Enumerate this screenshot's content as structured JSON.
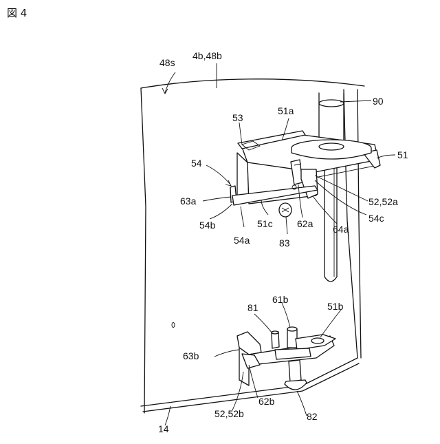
{
  "figure": {
    "title": "図 4"
  },
  "labels": {
    "l48s": "48s",
    "l4b48b": "4b,48b",
    "l90": "90",
    "l51a": "51a",
    "l53": "53",
    "l51": "51",
    "l54": "54",
    "l63a": "63a",
    "l52_52a": "52,52a",
    "l54c": "54c",
    "l54b": "54b",
    "l51c": "51c",
    "l62a": "62a",
    "l64a": "64a",
    "l54a": "54a",
    "l83": "83",
    "l81": "81",
    "l61b": "61b",
    "l51b": "51b",
    "l63b": "63b",
    "l62b": "62b",
    "l52_52b": "52,52b",
    "l82": "82",
    "l14": "14"
  }
}
